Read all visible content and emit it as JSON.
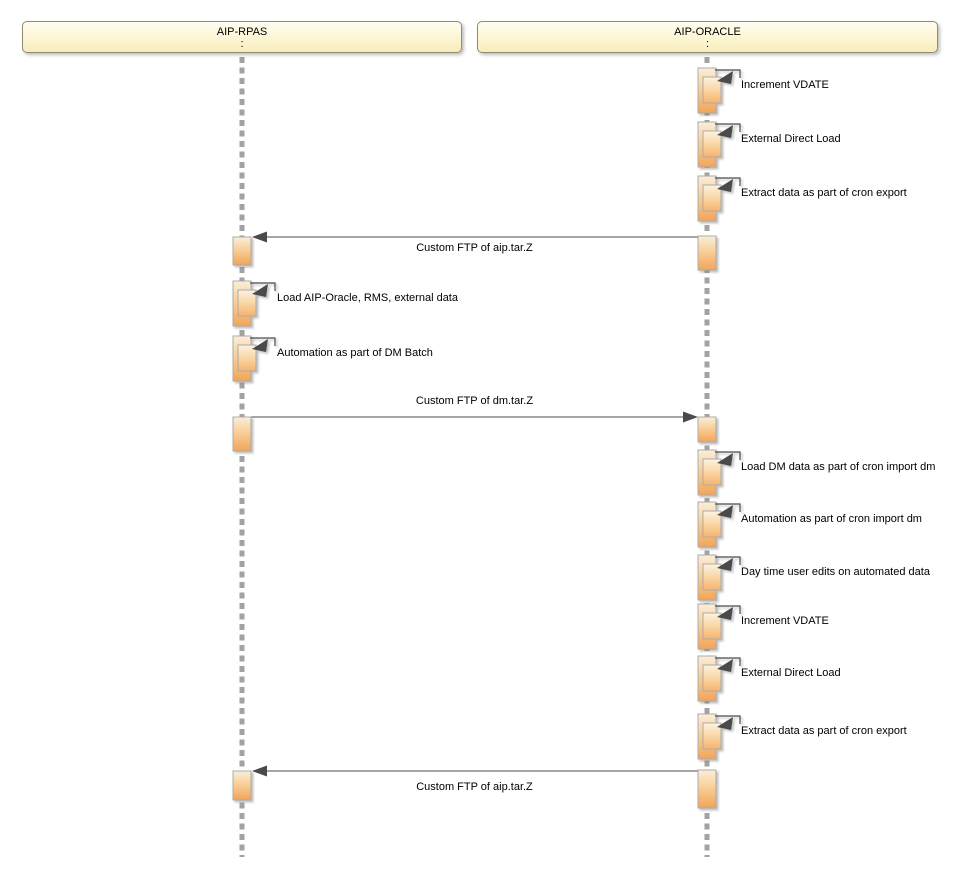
{
  "diagram": {
    "type": "uml-sequence-diagram",
    "actors": [
      {
        "id": "aip-rpas",
        "name": "AIP-RPAS",
        "instance_label": ":"
      },
      {
        "id": "aip-oracle",
        "name": "AIP-ORACLE",
        "instance_label": ":"
      }
    ],
    "messages": [
      {
        "kind": "self",
        "actor": "AIP-ORACLE",
        "label": "Increment VDATE"
      },
      {
        "kind": "self",
        "actor": "AIP-ORACLE",
        "label": "External Direct Load"
      },
      {
        "kind": "self",
        "actor": "AIP-ORACLE",
        "label": "Extract data as part of cron export"
      },
      {
        "kind": "message",
        "from": "AIP-ORACLE",
        "to": "AIP-RPAS",
        "label": "Custom FTP of aip.tar.Z"
      },
      {
        "kind": "self",
        "actor": "AIP-RPAS",
        "label": "Load AIP-Oracle, RMS, external data"
      },
      {
        "kind": "self",
        "actor": "AIP-RPAS",
        "label": "Automation as part of DM Batch"
      },
      {
        "kind": "message",
        "from": "AIP-RPAS",
        "to": "AIP-ORACLE",
        "label": "Custom FTP of dm.tar.Z"
      },
      {
        "kind": "self",
        "actor": "AIP-ORACLE",
        "label": "Load DM data as part of cron import dm"
      },
      {
        "kind": "self",
        "actor": "AIP-ORACLE",
        "label": "Automation as part of cron import dm"
      },
      {
        "kind": "self",
        "actor": "AIP-ORACLE",
        "label": "Day time user edits on automated data"
      },
      {
        "kind": "self",
        "actor": "AIP-ORACLE",
        "label": "Increment VDATE"
      },
      {
        "kind": "self",
        "actor": "AIP-ORACLE",
        "label": "External Direct Load"
      },
      {
        "kind": "self",
        "actor": "AIP-ORACLE",
        "label": "Extract data as part of cron export"
      },
      {
        "kind": "message",
        "from": "AIP-ORACLE",
        "to": "AIP-RPAS",
        "label": "Custom FTP of aip.tar.Z"
      }
    ],
    "colors": {
      "background": "#ffffff",
      "actor_fill_top": "#fffdf0",
      "actor_fill_bottom": "#f7ecba",
      "actor_border": "#8f8c73",
      "activation_fill_top": "#fbeeda",
      "activation_fill_bottom": "#f2a458",
      "activation_border": "#ababab",
      "lifeline": "#a2a2a2",
      "message_line": "#4b4b4b",
      "text": "#000000"
    }
  }
}
